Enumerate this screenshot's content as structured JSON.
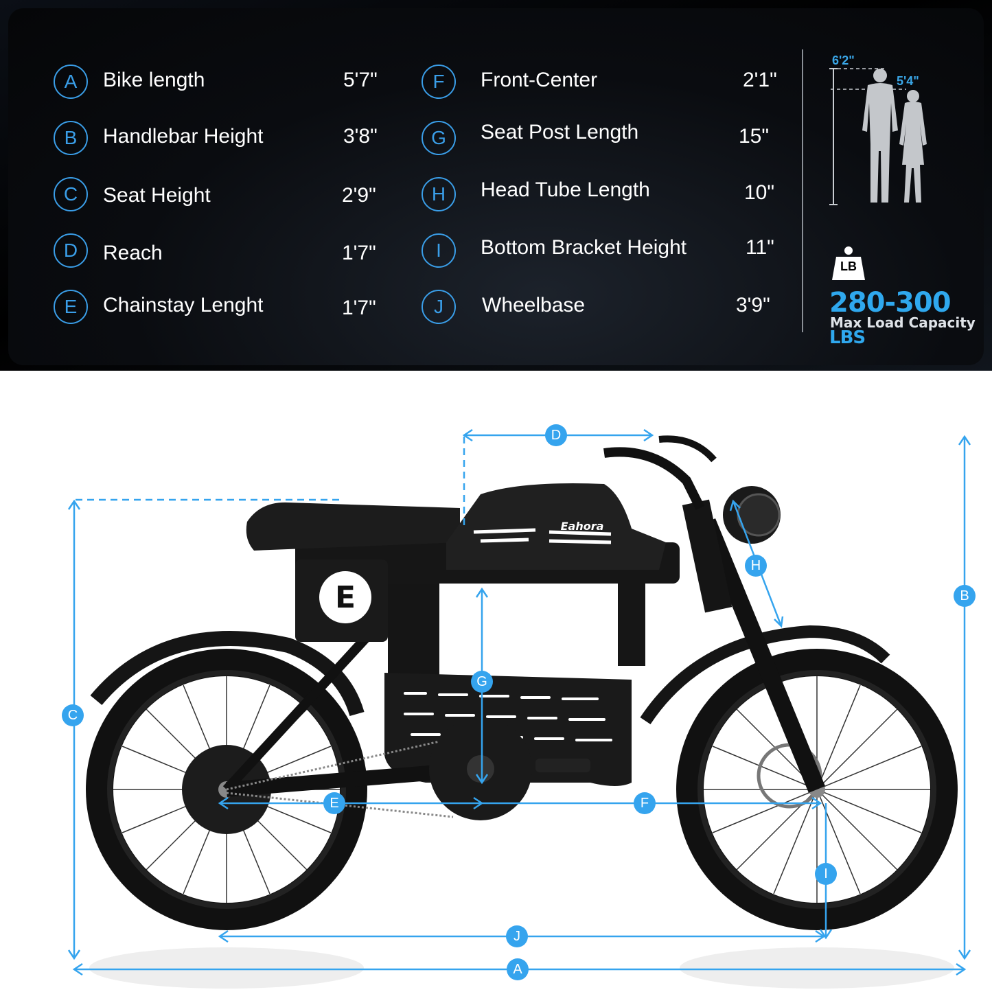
{
  "specs_left": [
    {
      "letter": "A",
      "label": "Bike length",
      "value": "5'7\""
    },
    {
      "letter": "B",
      "label": "Handlebar Height",
      "value": "3'8\""
    },
    {
      "letter": "C",
      "label": "Seat Height",
      "value": "2'9\""
    },
    {
      "letter": "D",
      "label": "Reach",
      "value": "1'7\""
    },
    {
      "letter": "E",
      "label": "Chainstay Lenght",
      "value": "1'7\""
    }
  ],
  "specs_right": [
    {
      "letter": "F",
      "label": "Front-Center",
      "value": "2'1\""
    },
    {
      "letter": "G",
      "label": "Seat Post Length",
      "value": "15\""
    },
    {
      "letter": "H",
      "label": "Head Tube Length",
      "value": "10\""
    },
    {
      "letter": "I",
      "label": "Bottom Bracket Height",
      "value": "11\""
    },
    {
      "letter": "J",
      "label": "Wheelbase",
      "value": "3'9\""
    }
  ],
  "rider_heights": {
    "tall": "6'2\"",
    "short": "5'4\""
  },
  "load": {
    "icon_label": "LB",
    "range": "280-300",
    "unit": "LBS",
    "caption": "Max Load Capacity"
  },
  "brand": {
    "logo_text": "Eahora",
    "badge_letter": "E"
  },
  "dimension_badges": {
    "A": "A",
    "B": "B",
    "C": "C",
    "D": "D",
    "E": "E",
    "F": "F",
    "G": "G",
    "H": "H",
    "I": "I",
    "J": "J"
  },
  "colors": {
    "accent": "#35a4ee",
    "panel": "#0a0c10",
    "text": "#ffffff",
    "bike": "#141414"
  },
  "icons": [
    "silhouette-couple-icon",
    "weight-lb-icon",
    "ebike-illustration"
  ]
}
